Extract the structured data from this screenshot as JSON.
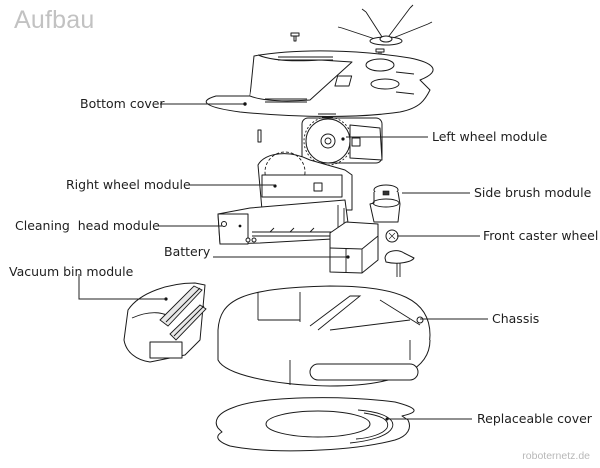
{
  "title": "Aufbau",
  "watermark": "roboternetz.de",
  "labels": {
    "bottom_cover": "Bottom cover",
    "left_wheel_module": "Left wheel module",
    "right_wheel_module": "Right wheel module",
    "side_brush_module": "Side brush module",
    "cleaning_head_module": "Cleaning  head module",
    "battery": "Battery",
    "front_caster_wheel": "Front caster wheel",
    "vacuum_bin_module": "Vacuum bin module",
    "chassis": "Chassis",
    "replaceable_cover": "Replaceable cover"
  }
}
